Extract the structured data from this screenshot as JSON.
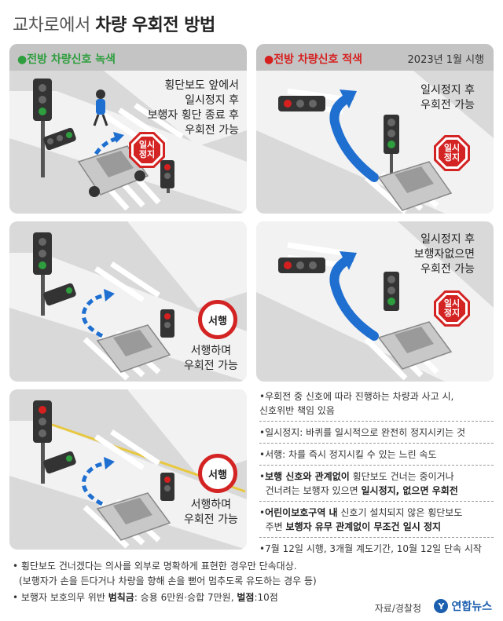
{
  "title": {
    "light": "교차로에서",
    "bold": "차량 우회전 방법"
  },
  "panels": {
    "p1": {
      "header": "●전방 차량신호 녹색",
      "caption": [
        "횡단보도 앞에서",
        "일시정지 후",
        "보행자 횡단 종료 후",
        "우회전 가능"
      ],
      "sign": "일시정지"
    },
    "p2": {
      "header": "●전방 차량신호 적색",
      "date": "2023년 1월 시행",
      "caption": [
        "일시정지 후",
        "우회전 가능"
      ],
      "sign": "일시정지"
    },
    "p3": {
      "sign": "서행",
      "caption": [
        "서행하며",
        "우회전 가능"
      ]
    },
    "p4": {
      "caption": [
        "일시정지 후",
        "보행자없으면",
        "우회전 가능"
      ],
      "sign": "일시정지"
    },
    "p5": {
      "sign": "서행",
      "caption": [
        "서행하며",
        "우회전 가능"
      ]
    }
  },
  "notes": [
    {
      "lines": [
        "•우회전 중 신호에 따라 진행하는 차량과 사고 시,",
        "  신호위반 책임 있음"
      ]
    },
    {
      "lines": [
        "•일시정지: 바퀴를 일시적으로 완전히 정지시키는 것"
      ]
    },
    {
      "lines": [
        "•서행: 차를 즉시 정지시킬 수 있는 느린 속도"
      ]
    },
    {
      "bold1": "보행 신호와 관계없이",
      "rest1": " 횡단보도 건너는 중이거나",
      "line2a": "건너려는 보행자 있으면 ",
      "bold2": "일시정지, 없으면 우회전"
    },
    {
      "bold1": "어린이보호구역 내",
      "rest1": " 신호기 설치되지 않은 횡단보도",
      "line2a": "주변 ",
      "bold2": "보행자 유무 관계없이 무조건 일시 정지"
    },
    {
      "lines": [
        "•7월 12일 시행, 3개월 계도기간, 10월 12일 단속 시작"
      ]
    }
  ],
  "bottom": {
    "line1": "• 횡단보도 건너겠다는 의사를 외부로 명확하게 표현한 경우만 단속대상.",
    "line2": "(보행자가 손을 든다거나 차량을 향해 손을 뻗어 멈추도록 유도하는 경우 등)",
    "line3a": "• 보행자 보호의무 위반 ",
    "line3b": "범칙금",
    "line3c": ": 승용 6만원·승합 7만원, ",
    "line3d": "벌점",
    "line3e": ":10점"
  },
  "source": "자료/경찰청",
  "brand": "연합뉴스",
  "colors": {
    "green_signal": "#2e9e3e",
    "red_signal": "#d62020",
    "sign_red": "#d42323",
    "arrow_blue": "#1f6fd1",
    "brand_blue": "#1b5fae"
  }
}
